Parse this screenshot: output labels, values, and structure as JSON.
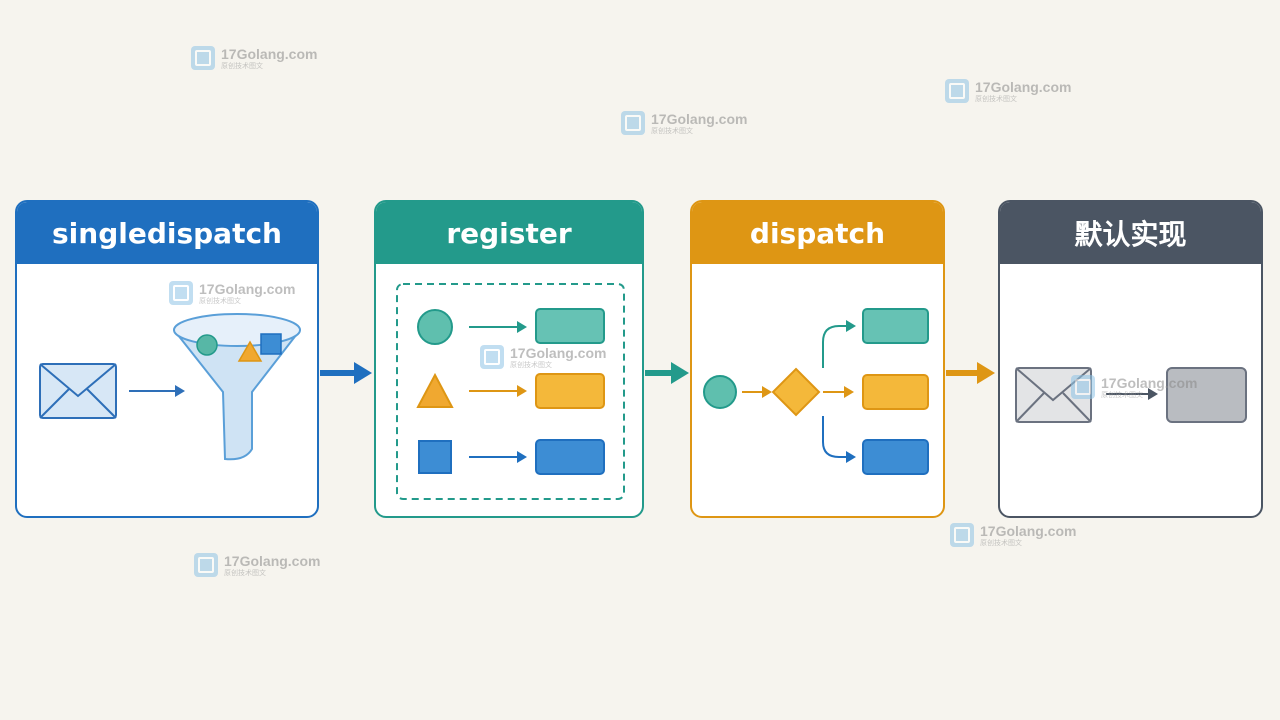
{
  "stages": [
    {
      "title": "singledispatch",
      "color": "#1f6fbf"
    },
    {
      "title": "register",
      "color": "#239a8b"
    },
    {
      "title": "dispatch",
      "color": "#de9614"
    },
    {
      "title": "默认实现",
      "color": "#4b5563"
    }
  ],
  "colors": {
    "blue": "#1f6fbf",
    "teal": "#239a8b",
    "orange": "#de9614",
    "gray": "#4b5563",
    "background": "#f6f4ee"
  },
  "watermark": {
    "site": "17Golang.com",
    "tagline": "原创技术图文"
  }
}
